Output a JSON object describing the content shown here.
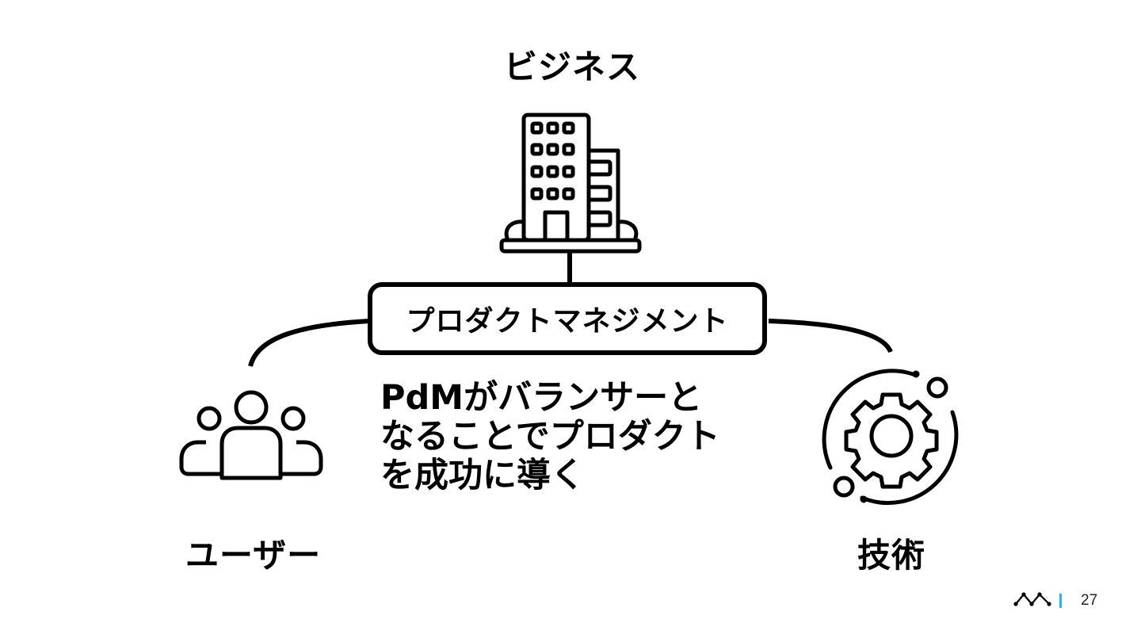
{
  "labels": {
    "business": "ビジネス",
    "user": "ユーザー",
    "technology": "技術"
  },
  "center": {
    "title": "プロダクトマネジメント"
  },
  "message": {
    "lines": [
      "PdMがバランサーと",
      "なることでプロダクト",
      "を成功に導く"
    ]
  },
  "icons": {
    "business": "office-building-icon",
    "user": "user-group-icon",
    "technology": "gear-orbit-icon",
    "logo": "zigzag-logo-icon"
  },
  "footer": {
    "page_number": "27",
    "separator_color": "#29b6e6"
  }
}
